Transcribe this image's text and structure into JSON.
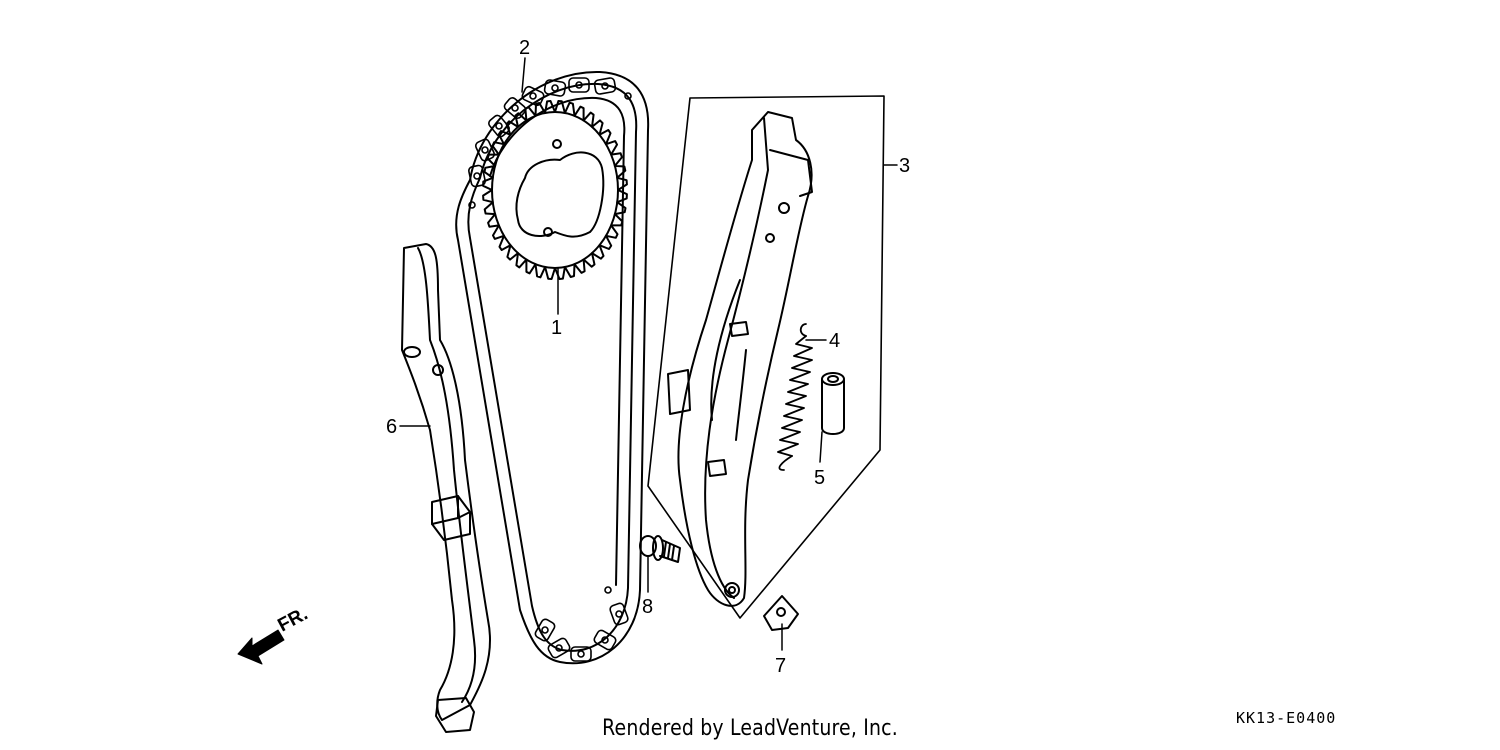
{
  "diagram": {
    "callouts": [
      {
        "num": "1",
        "part": "cam-sprocket"
      },
      {
        "num": "2",
        "part": "cam-chain"
      },
      {
        "num": "3",
        "part": "tensioner-assembly"
      },
      {
        "num": "4",
        "part": "tensioner-spring"
      },
      {
        "num": "5",
        "part": "spring-collar"
      },
      {
        "num": "6",
        "part": "chain-guide"
      },
      {
        "num": "7",
        "part": "lock-washer"
      },
      {
        "num": "8",
        "part": "flange-bolt"
      }
    ],
    "front_label": "FR.",
    "code": "KK13-E0400"
  },
  "footer": {
    "credit": "Rendered by LeadVenture, Inc."
  },
  "colors": {
    "line": "#000000",
    "background": "#ffffff"
  }
}
